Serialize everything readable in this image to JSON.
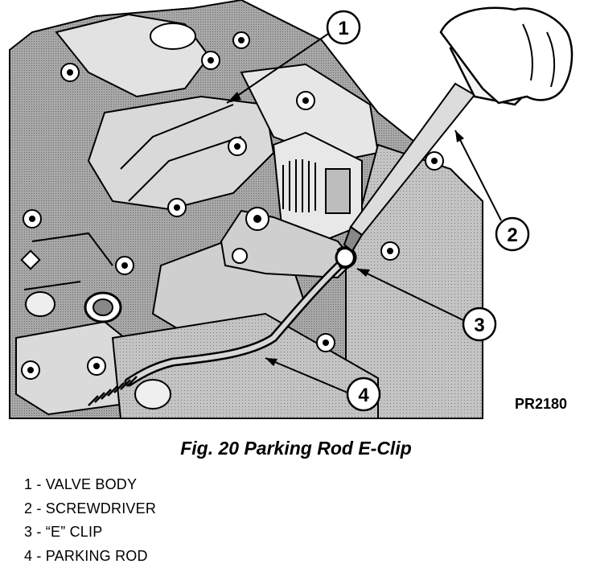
{
  "figure": {
    "code": "PR2180",
    "callouts": [
      {
        "number": "1"
      },
      {
        "number": "2"
      },
      {
        "number": "3"
      },
      {
        "number": "4"
      }
    ]
  },
  "caption": "Fig. 20 Parking Rod E-Clip",
  "legend": [
    "1 - VALVE BODY",
    "2 - SCREWDRIVER",
    "3 - “E” CLIP",
    "4 - PARKING ROD"
  ],
  "colors": {
    "shade": "#9a9a9a",
    "light": "#d6d6d6",
    "ink": "#000000",
    "paper": "#ffffff"
  }
}
